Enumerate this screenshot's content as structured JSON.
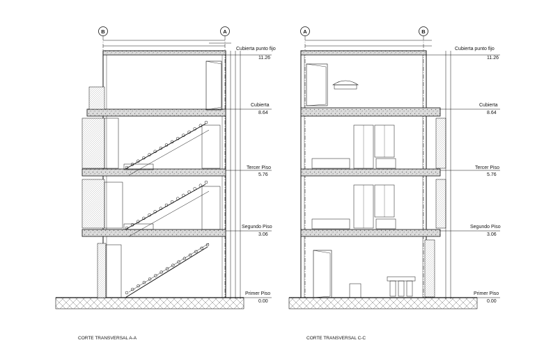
{
  "sections": [
    {
      "caption": "CORTE TRANSVERSAL A-A",
      "axis_left": "B",
      "axis_right": "A",
      "levels": [
        {
          "name": "Cubierta punto fijo",
          "value": "11.26"
        },
        {
          "name": "Cubierta",
          "value": "8.64"
        },
        {
          "name": "Tercer Piso",
          "value": "5.76"
        },
        {
          "name": "Segundo Piso",
          "value": "3.06"
        },
        {
          "name": "Primer Piso",
          "value": "0.00"
        }
      ]
    },
    {
      "caption": "CORTE TRANSVERSAL C-C",
      "axis_left": "A",
      "axis_right": "B",
      "levels": [
        {
          "name": "Cubierta punto fijo",
          "value": "11.26"
        },
        {
          "name": "Cubierta",
          "value": "8.64"
        },
        {
          "name": "Tercer Piso",
          "value": "5.76"
        },
        {
          "name": "Segundo Piso",
          "value": "3.06"
        },
        {
          "name": "Primer Piso",
          "value": "0.00"
        }
      ]
    }
  ],
  "colors": {
    "line": "#111111",
    "slab": "#d8d8d8",
    "hatch": "#555555"
  }
}
